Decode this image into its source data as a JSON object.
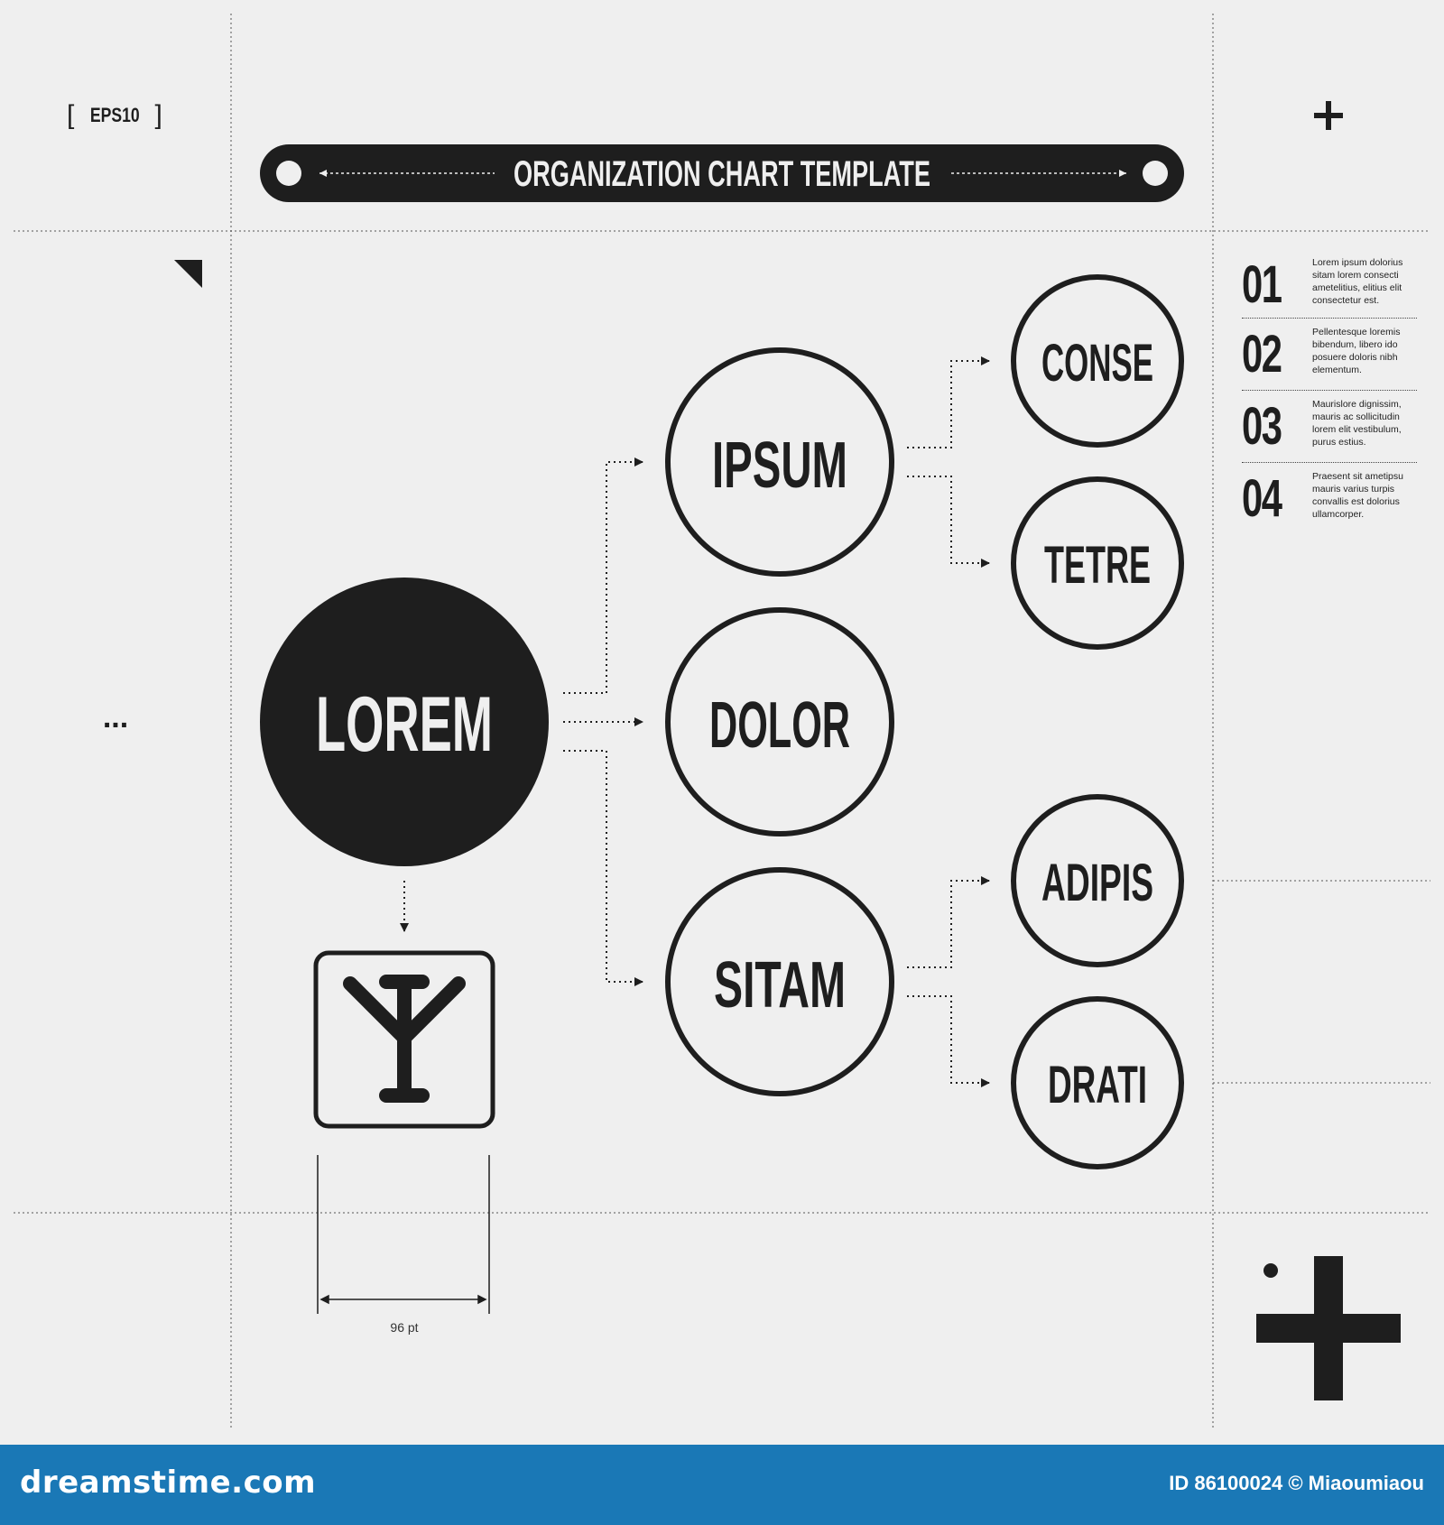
{
  "badge": {
    "open": "[",
    "text": "EPS10",
    "close": "]"
  },
  "header": {
    "title": "ORGANIZATION CHART TEMPLATE"
  },
  "nodes": {
    "root": "LOREM",
    "level1": [
      "IPSUM",
      "DOLOR",
      "SITAM"
    ],
    "level2_ipsum": [
      "CONSE",
      "TETRE"
    ],
    "level2_sitam": [
      "ADIPIS",
      "DRATI"
    ]
  },
  "ellipsis": "...",
  "dimension": {
    "label": "96 pt"
  },
  "legend": [
    {
      "num": "01",
      "text": "Lorem ipsum dolorius sitam lorem consecti ametelitius, elitius elit consectetur est."
    },
    {
      "num": "02",
      "text": "Pellentesque loremis bibendum, libero ido posuere doloris nibh elementum."
    },
    {
      "num": "03",
      "text": "Maurislore dignissim, mauris ac sollicitudin lorem elit vestibulum, purus estius."
    },
    {
      "num": "04",
      "text": "Praesent sit ametipsu mauris varius turpis convallis est dolorius ullamcorper."
    }
  ],
  "footer": {
    "brand": "dreamstime.com",
    "credit": "ID 86100024 © Miaoumiaou"
  },
  "colors": {
    "ink": "#1e1e1e",
    "background": "#efefef",
    "footer": "#1a78b6"
  },
  "icons": [
    "plus-icon",
    "corner-triangle-icon",
    "trident-y-icon",
    "big-plus-icon",
    "arrow-icon"
  ]
}
